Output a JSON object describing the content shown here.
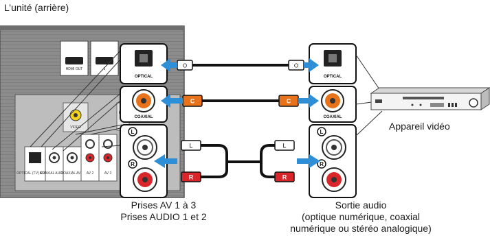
{
  "title": "L’unité (arrière)",
  "device_label": "Appareil vidéo",
  "unit_caption": [
    "Prises AV 1 à 3",
    "Prises AUDIO 1 et 2"
  ],
  "output_caption": [
    "Sortie audio",
    "(optique numérique, coaxial",
    "numérique ou stéréo analogique)"
  ],
  "jacks": {
    "optical": "OPTICAL",
    "coaxial": "COAXIAL",
    "left": "L",
    "right": "R"
  },
  "plugs": {
    "optical": "O",
    "coaxial": "C",
    "left": "L",
    "right": "R"
  },
  "panel_labels": {
    "hdmi_out": "HDMI OUT",
    "hdmi1": "1",
    "video": "VIDEO",
    "optical_tv": "OPTICAL (TV) AUDIO 1",
    "coaxial_audio2": "COAXIAL AUDIO 2",
    "coaxial_av1": "COAXIAL AV 1",
    "av2": "AV 2",
    "av3": "AV 3"
  },
  "colors": {
    "arrow": "#2f8fd6",
    "coax_orange": "#e8731a",
    "rca_red": "#d9262b",
    "panel_gray": "#8a8a8a"
  }
}
